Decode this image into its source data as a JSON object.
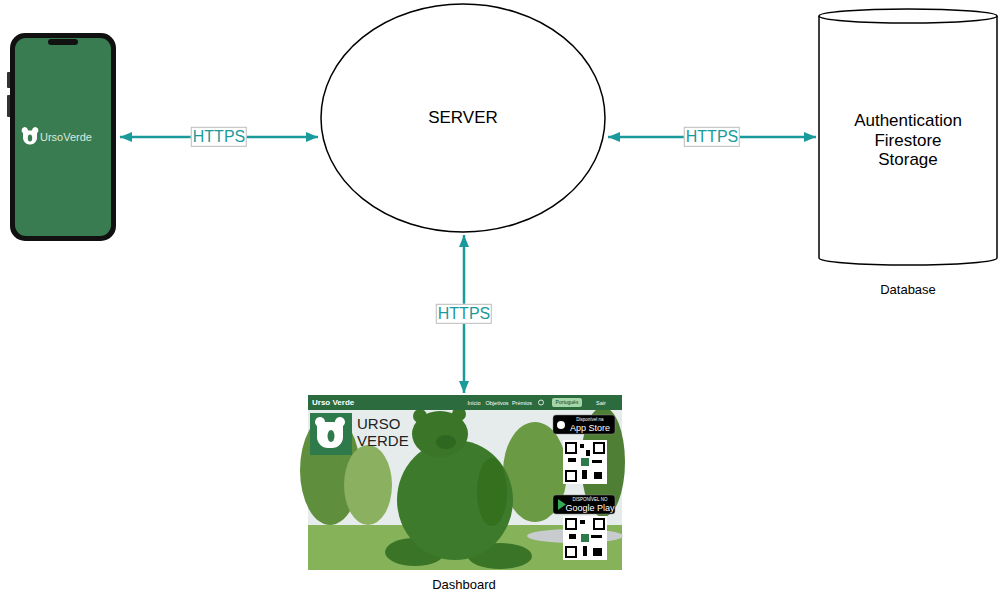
{
  "diagram": {
    "nodes": [
      {
        "text": [
          "UrsoVerde"
        ]
      },
      {
        "text": [
          "SERVER"
        ]
      },
      {
        "text": [
          "Authentication Firestore Storage",
          "Database"
        ]
      },
      {
        "text": [
          "Urso Verde",
          "Início",
          "Objetivos",
          "Prémios",
          "Português",
          "Sair",
          "URSO VERDE",
          "Disponível na",
          "App Store",
          "DISPONÍVEL NO",
          "Google Play",
          "Dashboard"
        ]
      }
    ],
    "edges": [
      {
        "from": 0,
        "to": 1,
        "label": "HTTPS",
        "arrow": "both"
      },
      {
        "from": 1,
        "to": 2,
        "label": "HTTPS",
        "arrow": "both"
      },
      {
        "from": 1,
        "to": 3,
        "label": "HTTPS",
        "arrow": "both"
      }
    ]
  }
}
